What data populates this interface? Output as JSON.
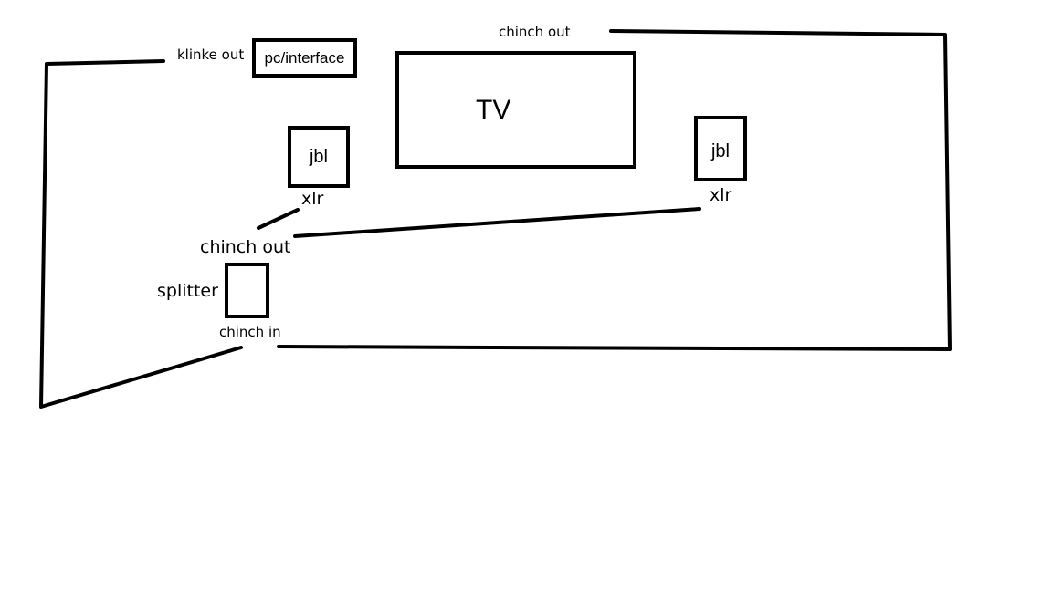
{
  "diagram": {
    "ink_color": "#000000",
    "background_color": "#ffffff",
    "nodes": {
      "pc_interface": "pc/interface",
      "tv": "TV",
      "jbl_left": "jbl",
      "jbl_right": "jbl",
      "splitter": ""
    },
    "labels": {
      "klinke_out": "klinke out",
      "chinch_out_top": "chinch out",
      "xlr_left": "xlr",
      "xlr_right": "xlr",
      "chinch_out_splitter": "chinch out",
      "splitter": "splitter",
      "chinch_in": "chinch in"
    }
  }
}
